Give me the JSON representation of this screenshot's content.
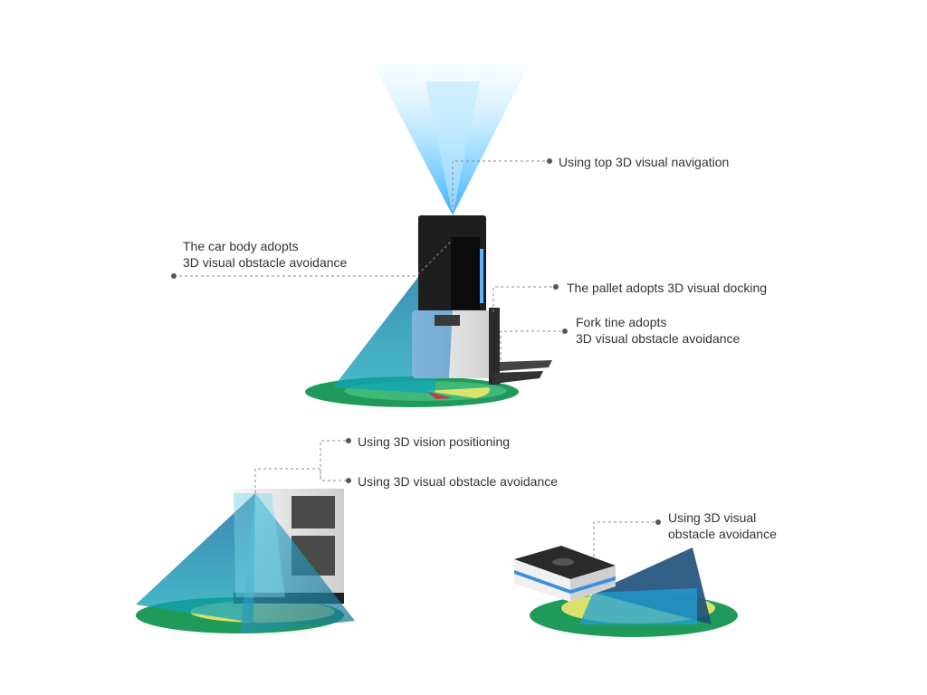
{
  "labels": {
    "top_navigation": "Using top 3D visual navigation",
    "car_body": [
      "The car body adopts",
      "3D visual obstacle avoidance"
    ],
    "pallet_docking": "The pallet adopts 3D visual docking",
    "fork_tine": [
      "Fork tine adopts",
      "3D visual obstacle avoidance"
    ],
    "vision_positioning": "Using 3D vision positioning",
    "visual_obstacle_avoidance": "Using 3D visual obstacle avoidance",
    "robot_obstacle_avoidance": [
      "Using 3D visual",
      "obstacle avoidance"
    ]
  },
  "colors": {
    "beam_blue": "#8fd8ff",
    "cone_teal": "#1a9dbf",
    "cone_dark": "#1c4f7a",
    "ground_green": "#1f9a5a",
    "ground_yellow": "#d9e26a",
    "leader_line": "#888888",
    "dot": "#555555",
    "text": "#333333"
  }
}
